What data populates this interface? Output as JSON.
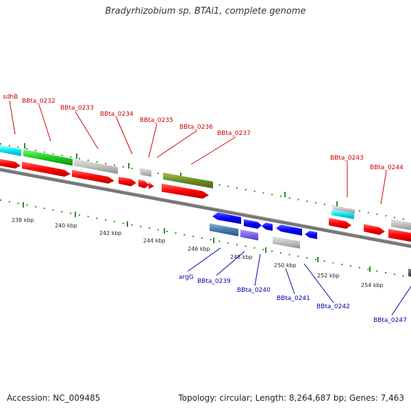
{
  "title": "Bradyrhizobium sp. BTAi1, complete genome",
  "footer": {
    "accession": "Accession: NC_009485",
    "summary": "Topology: circular; Length: 8,264,687 bp; Genes: 7,463"
  },
  "colors": {
    "forward_cds": "#ff0000",
    "reverse_cds": "#0000ff",
    "backbone": "#888888",
    "tick": "#2a8a2a",
    "top_label": "#cc0000",
    "bottom_label": "#0000aa"
  },
  "top_labels": [
    "sdhB",
    "BBta_0232",
    "BBta_0233",
    "BBta_0234",
    "BBta_0235",
    "BBta_0236",
    "BBta_0237",
    "BBta_0243",
    "BBta_0244"
  ],
  "bottom_labels": [
    "argG",
    "BBta_0239",
    "BBta_0240",
    "BBta_0241",
    "BBta_0242",
    "BBta_0247"
  ],
  "kbp_ticks": [
    "238 kbp",
    "240 kbp",
    "242 kbp",
    "244 kbp",
    "246 kbp",
    "248 kbp",
    "250 kbp",
    "252 kbp",
    "254 kbp"
  ]
}
